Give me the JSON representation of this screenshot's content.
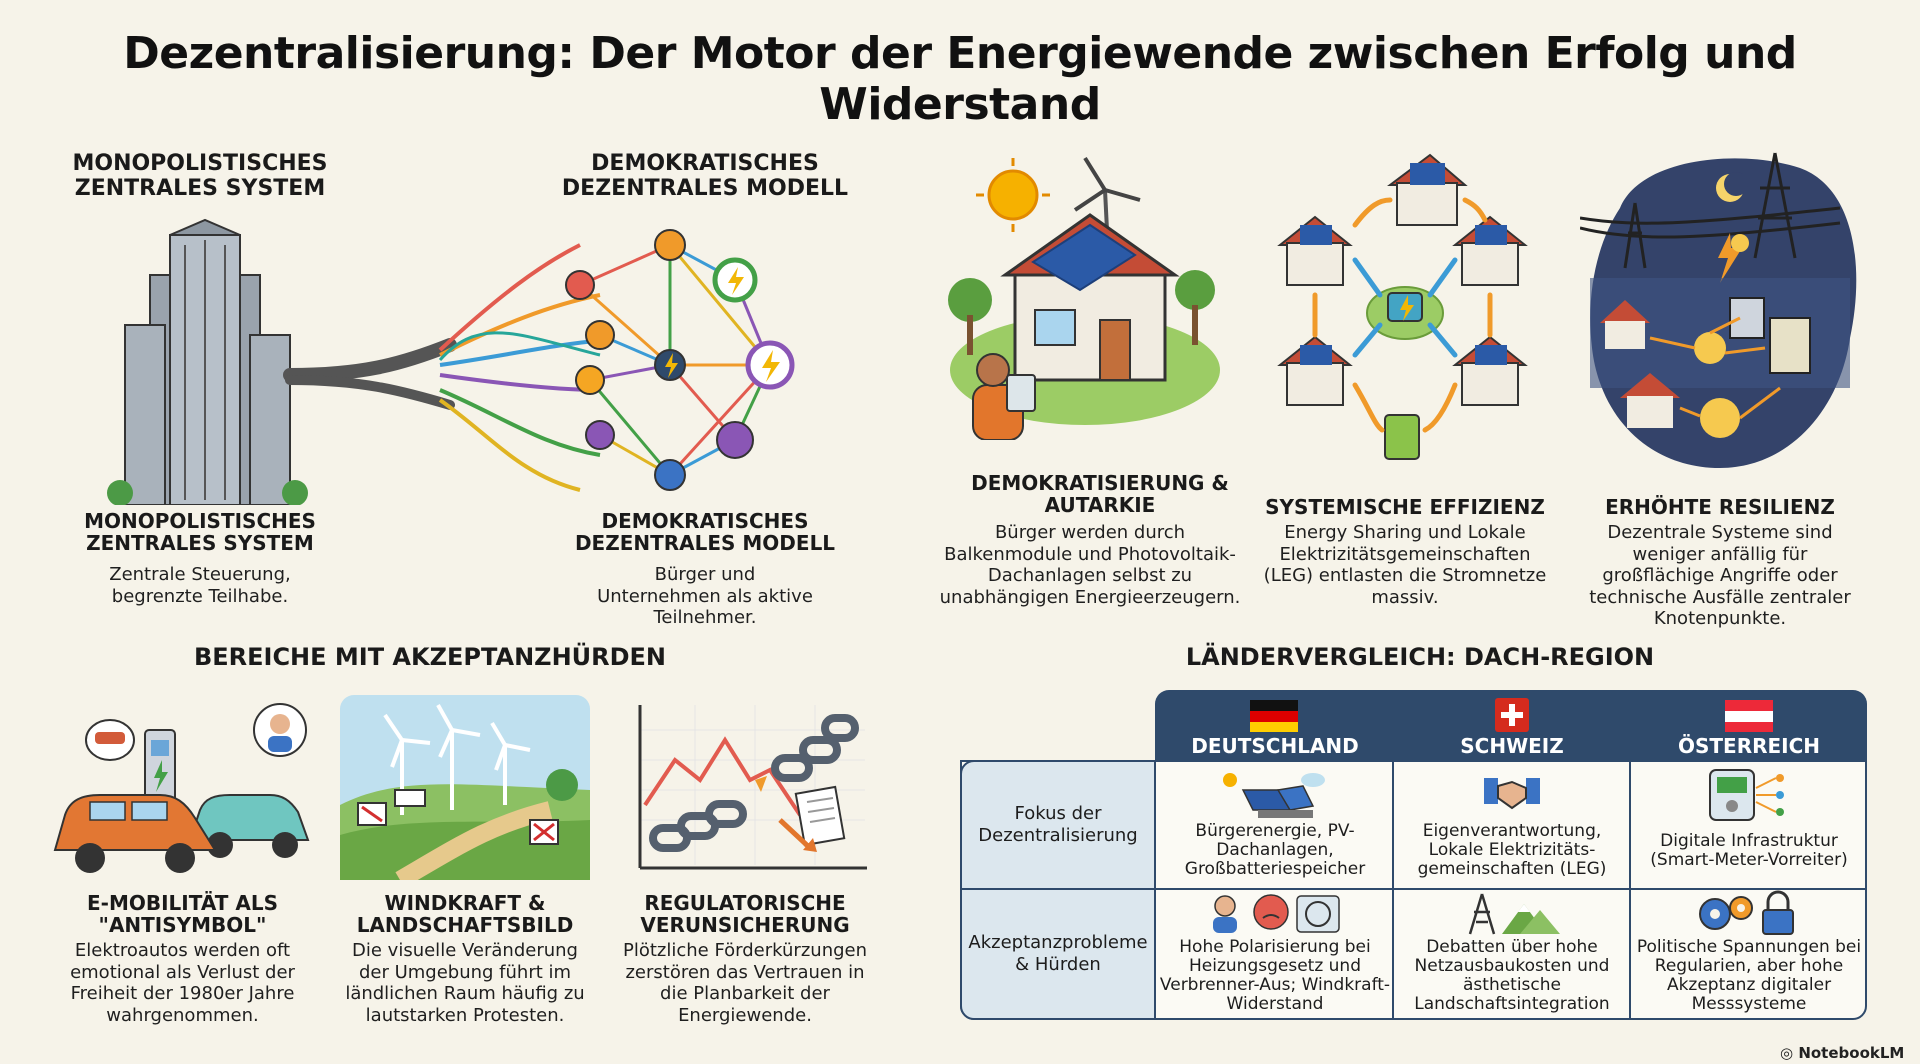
{
  "title": "Dezentralisierung: Der Motor der Energiewende zwischen Erfolg und Widerstand",
  "systems": {
    "central_top_label": "MONOPOLISTISCHES ZENTRALES SYSTEM",
    "decentral_top_label": "DEMOKRATISCHES DEZENTRALES MODELL",
    "central": {
      "heading": "MONOPOLISTISCHES ZENTRALES SYSTEM",
      "text": "Zentrale Steuerung, begrenzte Teilhabe."
    },
    "decentral": {
      "heading": "DEMOKRATISCHES DEZENTRALES MODELL",
      "text": "Bürger und Unternehmen als aktive Teilnehmer."
    }
  },
  "benefits": [
    {
      "heading": "DEMOKRATISIERUNG & AUTARKIE",
      "text": "Bürger werden durch Balkenmodule und Photovoltaik-Dachanlagen selbst zu unabhängigen Energieerzeugern.",
      "icon": "solar-house-icon"
    },
    {
      "heading": "SYSTEMISCHE EFFIZIENZ",
      "text": "Energy Sharing und Lokale Elektrizitätsgemeinschaften (LEG) entlasten die Stromnetze massiv.",
      "icon": "energy-sharing-icon"
    },
    {
      "heading": "ERHÖHTE RESILIENZ",
      "text": "Dezentrale Systeme sind weniger anfällig für großflächige Angriffe oder technische Ausfälle zentraler Knotenpunkte.",
      "icon": "resilient-grid-icon"
    }
  ],
  "hurdles": {
    "section_title": "BEREICHE MIT AKZEPTANZHÜRDEN",
    "items": [
      {
        "heading": "E-MOBILITÄT ALS \"ANTISYMBOL\"",
        "text": "Elektroautos werden oft emotional als Verlust der Freiheit der 1980er Jahre wahrgenommen.",
        "icon": "electric-car-icon"
      },
      {
        "heading": "WINDKRAFT & LANDSCHAFTSBILD",
        "text": "Die visuelle Veränderung der Umgebung führt im ländlichen Raum häufig zu lautstarken Protesten.",
        "icon": "wind-turbine-landscape-icon"
      },
      {
        "heading": "REGULATORISCHE VERUNSICHERUNG",
        "text": "Plötzliche Förderkürzungen zerstören das Vertrauen in die Planbarkeit der Energiewende.",
        "icon": "broken-chain-chart-icon"
      }
    ]
  },
  "comparison": {
    "section_title": "LÄNDERVERGLEICH: DACH-REGION",
    "countries": [
      "DEUTSCHLAND",
      "SCHWEIZ",
      "ÖSTERREICH"
    ],
    "rows": [
      {
        "label": "Fokus der Dezentralisierung",
        "cells": [
          "Bürgerenergie, PV-Dachanlagen, Großbatteriespeicher",
          "Eigenverantwortung, Lokale Elektrizitäts-gemeinschaften (LEG)",
          "Digitale Infrastruktur (Smart-Meter-Vorreiter)"
        ]
      },
      {
        "label": "Akzeptanzprobleme & Hürden",
        "cells": [
          "Hohe Polarisierung bei Heizungsgesetz und Verbrenner-Aus; Windkraft-Widerstand",
          "Debatten über hohe Netzausbaukosten und ästhetische Landschaftsintegration",
          "Politische Spannungen bei Regularien, aber hohe Akzeptanz digitaler Messsysteme"
        ]
      }
    ]
  },
  "brand": "NotebookLM",
  "colors": {
    "background": "#f6f3e9",
    "table_header": "#2f4a6b",
    "row_label_bg": "#dce7ee"
  }
}
